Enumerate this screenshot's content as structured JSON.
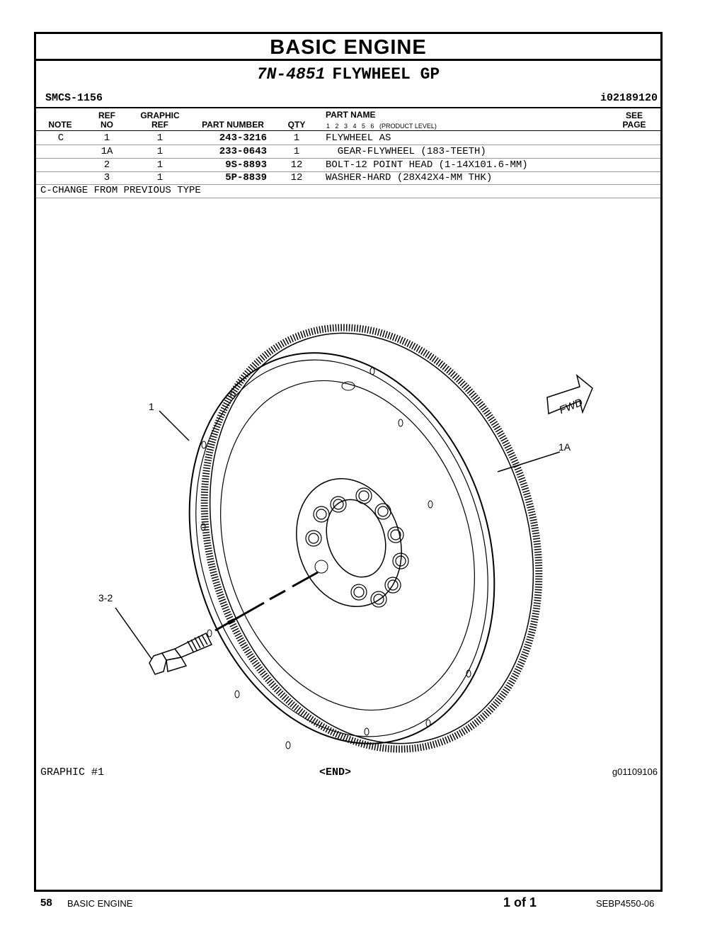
{
  "section_title": "BASIC ENGINE",
  "group": {
    "part_number": "7N-4851",
    "name": "FLYWHEEL GP"
  },
  "smcs": "SMCS-1156",
  "illustration_id": "i02189120",
  "table_headers": {
    "note": "NOTE",
    "ref_no": "REF NO",
    "graphic_ref": "GRAPHIC REF",
    "part_number": "PART NUMBER",
    "qty": "QTY",
    "part_name": "PART NAME",
    "levels": "1   2   3   4   5   6   (PRODUCT LEVEL)",
    "see_page": "SEE PAGE"
  },
  "rows": [
    {
      "note": "C",
      "ref": "1",
      "graphic_ref": "1",
      "part_number": "243-3216",
      "qty": "1",
      "name": "FLYWHEEL AS"
    },
    {
      "note": "",
      "ref": "1A",
      "graphic_ref": "1",
      "part_number": "233-0643",
      "qty": "1",
      "name": "  GEAR-FLYWHEEL (183-TEETH)"
    },
    {
      "note": "",
      "ref": "2",
      "graphic_ref": "1",
      "part_number": "9S-8893",
      "qty": "12",
      "name": "BOLT-12 POINT HEAD (1-14X101.6-MM)"
    },
    {
      "note": "",
      "ref": "3",
      "graphic_ref": "1",
      "part_number": "5P-8839",
      "qty": "12",
      "name": "WASHER-HARD (28X42X4-MM THK)"
    }
  ],
  "note_text": "C-CHANGE FROM PREVIOUS TYPE",
  "callouts": {
    "c1": "1",
    "c1a": "1A",
    "c32": "3-2",
    "fwd": "FWD"
  },
  "graphic_label": "GRAPHIC #1",
  "end_label": "<END>",
  "graphic_id": "g01109106",
  "footer": {
    "page_number": "58",
    "section": "BASIC ENGINE",
    "page_of": "1 of 1",
    "doc_number": "SEBP4550-06"
  }
}
